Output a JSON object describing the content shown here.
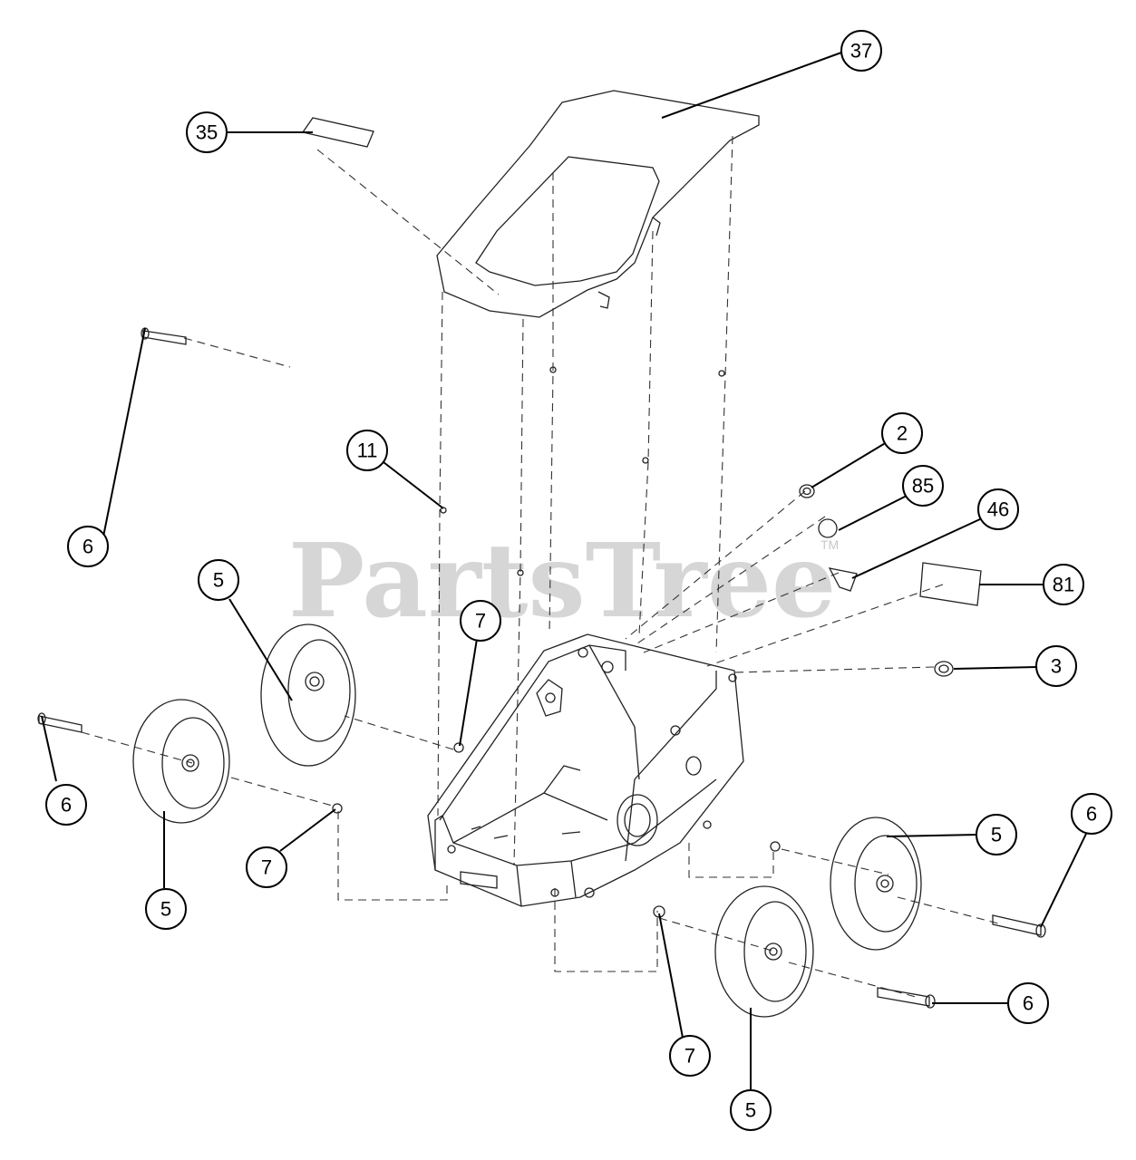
{
  "watermark": {
    "text": "PartsTree",
    "trademark": "TM"
  },
  "callouts": [
    {
      "id": "c37",
      "label": "37"
    },
    {
      "id": "c35",
      "label": "35"
    },
    {
      "id": "c11",
      "label": "11"
    },
    {
      "id": "c2",
      "label": "2"
    },
    {
      "id": "c85",
      "label": "85"
    },
    {
      "id": "c46",
      "label": "46"
    },
    {
      "id": "c81",
      "label": "81"
    },
    {
      "id": "c3",
      "label": "3"
    },
    {
      "id": "c6a",
      "label": "6"
    },
    {
      "id": "c5a",
      "label": "5"
    },
    {
      "id": "c7a",
      "label": "7"
    },
    {
      "id": "c6b",
      "label": "6"
    },
    {
      "id": "c7b",
      "label": "7"
    },
    {
      "id": "c5b",
      "label": "5"
    },
    {
      "id": "c5c",
      "label": "5"
    },
    {
      "id": "c6c",
      "label": "6"
    },
    {
      "id": "c6d",
      "label": "6"
    },
    {
      "id": "c7c",
      "label": "7"
    },
    {
      "id": "c5d",
      "label": "5"
    }
  ]
}
